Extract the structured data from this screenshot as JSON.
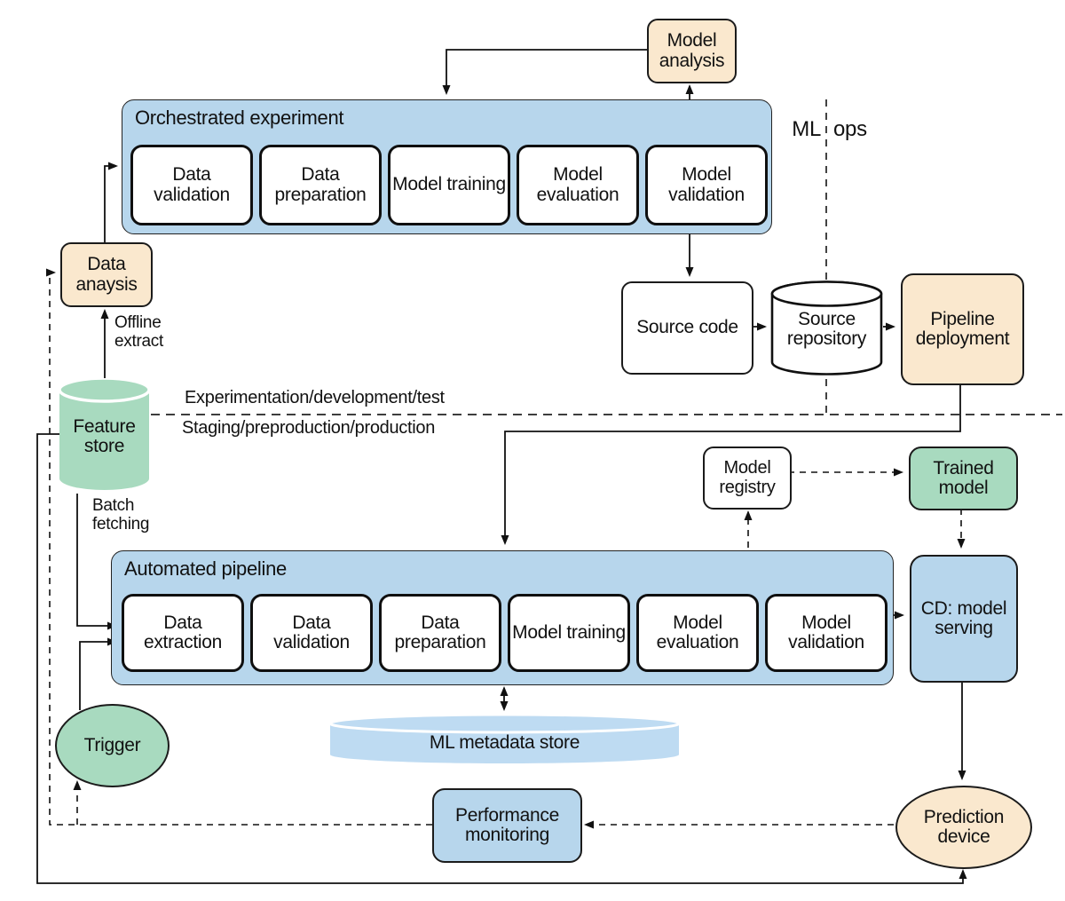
{
  "top_pipeline": {
    "title": "Orchestrated experiment",
    "steps": [
      "Data validation",
      "Data preparation",
      "Model training",
      "Model evaluation",
      "Model validation"
    ]
  },
  "bottom_pipeline": {
    "title": "Automated pipeline",
    "steps": [
      "Data extraction",
      "Data validation",
      "Data preparation",
      "Model training",
      "Model evaluation",
      "Model validation"
    ]
  },
  "nodes": {
    "model_analysis": "Model analysis",
    "data_analysis": "Data anaysis",
    "feature_store": "Feature store",
    "source_code": "Source code",
    "source_repository": "Source repository",
    "pipeline_deployment": "Pipeline deployment",
    "model_registry": "Model registry",
    "trained_model": "Trained model",
    "cd_model_serving": "CD: model serving",
    "ml_metadata_store": "ML metadata store",
    "performance_monitoring": "Performance monitoring",
    "trigger": "Trigger",
    "prediction_device": "Prediction device"
  },
  "labels": {
    "mlops_left": "ML",
    "mlops_right": "ops",
    "offline_extract": "Offline extract",
    "batch_fetching": "Batch fetching",
    "env_top": "Experimentation/development/test",
    "env_bottom": "Staging/preproduction/production"
  },
  "colors": {
    "container_blue": "#b7d6ec",
    "metadata_blue": "#bedbf2",
    "tan": "#fae8ce",
    "green": "#a8dabf",
    "line": "#111111",
    "box_white": "#ffffff"
  }
}
